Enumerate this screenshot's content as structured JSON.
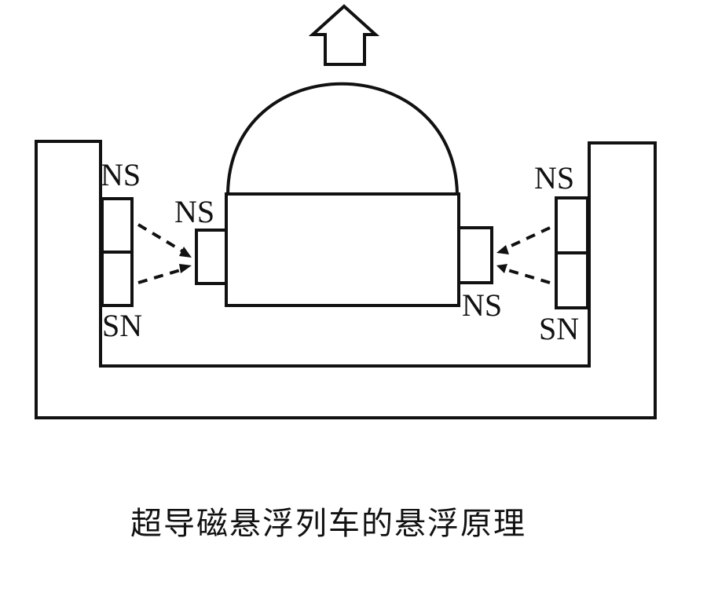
{
  "caption": "超导磁悬浮列车的悬浮原理",
  "labels": {
    "left_track_top": "NS",
    "left_track_bottom": "SN",
    "left_vehicle_magnet": "NS",
    "right_vehicle_magnet": "NS",
    "right_track_top": "NS",
    "right_track_bottom": "SN"
  },
  "icons": {
    "lift_direction": "up-arrow-icon"
  },
  "colors": {
    "ink": "#111111",
    "background": "#ffffff"
  }
}
